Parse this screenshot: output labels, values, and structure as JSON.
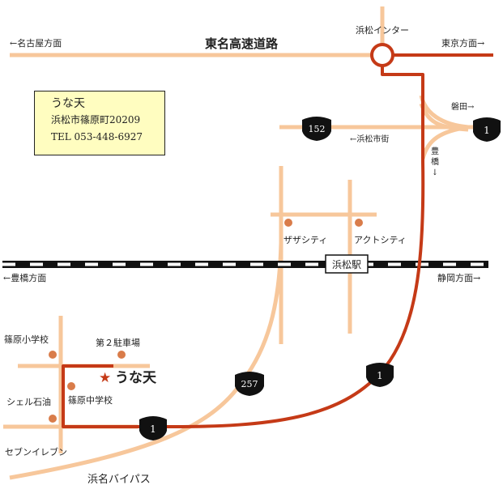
{
  "highway": {
    "name": "東名高速道路",
    "to_west": "←名古屋方面",
    "to_east": "東京方面→",
    "interchange": "浜松インター"
  },
  "railway": {
    "station": "浜松駅",
    "to_west": "←豊橋方面",
    "to_east": "静岡方面→"
  },
  "roads": {
    "route152": "152",
    "route1_badge_east": "1",
    "route1_badge_mid": "1",
    "route1_badge_south": "1",
    "route257": "257",
    "hamamatsu_street": "←浜松市街",
    "iwata": "磐田→",
    "toyohashi_line1": "豊",
    "toyohashi_line2": "橋",
    "toyohashi_line3": "↓",
    "bypass": "浜名バイパス"
  },
  "landmarks": {
    "zaza_city": "ザザシティ",
    "act_city": "アクトシティ",
    "shinohara_elementary": "篠原小学校",
    "parking2": "第２駐車場",
    "shell": "シェル石油",
    "shinohara_middle": "篠原中学校",
    "seven_eleven": "セブンイレブン"
  },
  "destination": {
    "star": "★",
    "name": "うな天"
  },
  "info_box": {
    "name": "うな天",
    "address": "浜松市篠原町20209",
    "tel": "TEL 053-448-6927"
  },
  "colors": {
    "main_road": "#c53a17",
    "minor_road": "#f7c79b",
    "landmark_dot": "#d97c4a",
    "info_bg": "#fffdc0",
    "badge": "#111111"
  }
}
